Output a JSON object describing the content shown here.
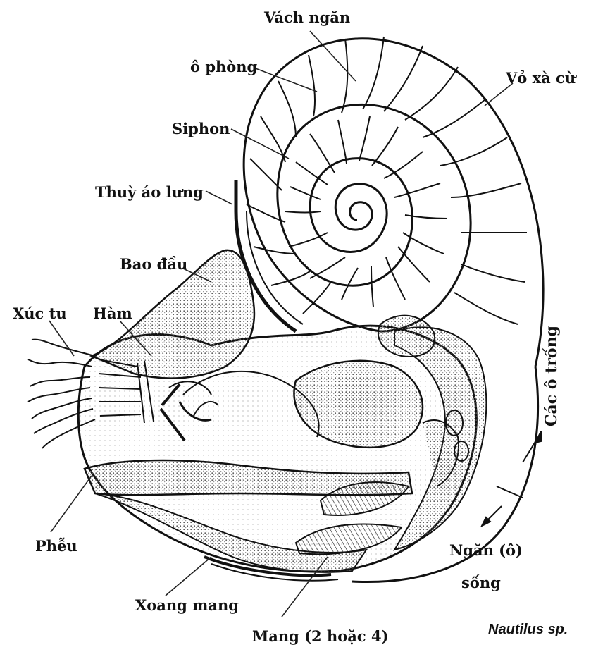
{
  "labels": {
    "vach_ngan": "Vách ngăn",
    "o_phong": "ô phòng",
    "vo_xa_cu": "Vỏ xà cừ",
    "siphon": "Siphon",
    "thuy_ao_lung": "Thuỳ áo lưng",
    "bao_dau": "Bao đầu",
    "xuc_tu": "Xúc tu",
    "ham": "Hàm",
    "cac_o_trong": "Các ô trống",
    "pheu": "Phễu",
    "ngan_o_song_1": "Ngăn (ô)",
    "ngan_o_song_2": "sống",
    "xoang_mang": "Xoang mang",
    "mang": "Mang (2 hoặc 4)",
    "species": "Nautilus sp."
  },
  "colors": {
    "ink": "#111111",
    "background": "#ffffff",
    "stipple": "#d9d9d9"
  }
}
